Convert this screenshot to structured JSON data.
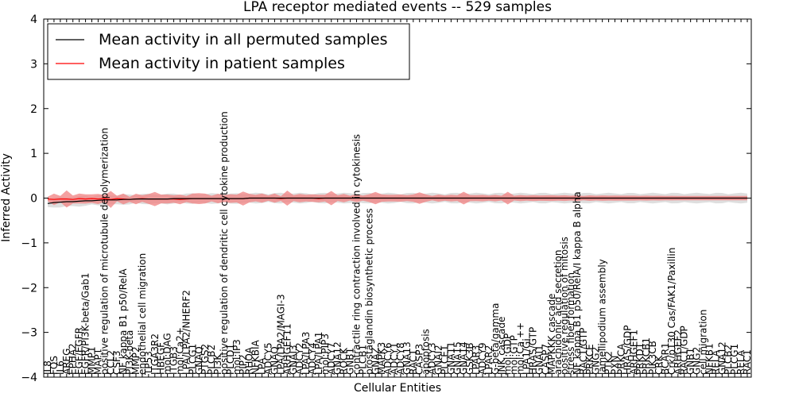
{
  "chart_data": {
    "type": "line",
    "title": "LPA receptor mediated events -- 529 samples",
    "xlabel": "Cellular Entities",
    "ylabel": "Inferred Activity",
    "ylim": [
      -4,
      4
    ],
    "yticks": [
      4,
      3,
      2,
      1,
      0,
      -1,
      -2,
      -3,
      -4
    ],
    "ytick_labels": [
      "4",
      "3",
      "2",
      "1",
      "0",
      "−1",
      "−2",
      "−3",
      "−4"
    ],
    "legend_position": "top-left",
    "grid": false,
    "colors": {
      "permuted": "#000000",
      "patient": "#ff0000",
      "patient_band": "#f08080",
      "permuted_band": "#c8c8c8"
    },
    "categories": [
      "IL8",
      "FOS",
      "IL6",
      "AREG",
      "EPHA2",
      "EGF/EGFR",
      "EGFR/PI3K-beta/Gab1",
      "MMP1",
      "MAPT",
      "positive regulation of microtubule depolymerization",
      "CCL2",
      "CSF3",
      "NF kappa B1 p50/RelA",
      "PI3K-beta",
      "MMP2",
      "endothelial cell migration",
      "TP53",
      "ITGA3R2",
      "HBEGF",
      "mol:DAG",
      "ITGB3",
      "mol:Ca2+",
      "LPA/LPA2/NHERF2",
      "PLCG1",
      "GNAQ",
      "PTGS2",
      "PLCB2",
      "PI3K",
      "positive regulation of dendritic cell cytokine production",
      "PLCD1",
      "mol:IP3",
      "PIP2",
      "RHOA",
      "NFKBIA",
      "LPA",
      "ADCY5",
      "GNAQ",
      "LPA/LPA2/MAGI-3",
      "ARHGEF11",
      "GNAI3",
      "ADCY2",
      "LPA/LPA3",
      "ADCY4",
      "LPA/LPA1",
      "mol:PIP3",
      "ADCY7",
      "GNA12",
      "ROCK",
      "GNB1",
      "contractile ring contraction involved in cytokinesis",
      "PLCB1",
      "prostaglandin biosynthetic process",
      "GNAZ",
      "MAPK3",
      "ADCY6",
      "ADCY1",
      "ADCY8",
      "GNA13",
      "RAC1",
      "CASP3",
      "apoptosis",
      "ADCY3",
      "GNAI2",
      "PLCE1",
      "GNA11",
      "GNA15",
      "GNA14",
      "GSK3B",
      "LPAR3",
      "ADCY9",
      "LPAR2",
      "G-beta/gamma",
      "JNK cascade",
      "mol:GDP",
      "mol:GTP",
      "mol:Ca ++",
      "LPA1/Gi",
      "HRAS/GTP",
      "GNAI1",
      "CASP7",
      "MAPKKK cascade",
      "arachidonic acid secretion",
      "positive regulation of mitosis",
      "stress fiber formation",
      "NF kappa B1 p50/RelA/I kappa B alpha",
      "RAC1/GTP",
      "PRKCE",
      "GNG2",
      "lamellipodium assembly",
      "PTK2",
      "PXN",
      "PRKCA",
      "HRAS/GDP",
      "ARHGEF1",
      "PRKD1",
      "PRKCB1",
      "PIK3CB",
      "CRK",
      "BCAR1",
      "Crk/p130 Cas/FAK1/Paxillin",
      "ARHGEF2",
      "RAC1/GDP",
      "GNB1",
      "GNG2",
      "cell migration",
      "NFKB1",
      "RELA",
      "GNA12",
      "PLCB2",
      "PLCG1",
      "RELA",
      "RAC1"
    ],
    "series": [
      {
        "name": "Mean activity in all permuted samples",
        "color": "#000000",
        "values": [
          -0.12,
          -0.1,
          -0.09,
          -0.08,
          -0.08,
          -0.07,
          -0.06,
          -0.06,
          -0.05,
          -0.04,
          -0.04,
          -0.04,
          -0.03,
          -0.03,
          -0.02,
          -0.02,
          -0.02,
          -0.02,
          -0.02,
          -0.02,
          -0.01,
          -0.01,
          -0.01,
          -0.01,
          -0.01,
          -0.01,
          -0.01,
          -0.01,
          -0.01,
          -0.01,
          -0.01,
          -0.01,
          0.0,
          0.0,
          0.0,
          0.0,
          0.0,
          0.0,
          0.0,
          0.0,
          0.0,
          0.0,
          0.0,
          0.0,
          0.0,
          0.0,
          0.0,
          0.0,
          0.0,
          0.0,
          0.0,
          0.0,
          0.0,
          0.0,
          0.0,
          0.0,
          0.0,
          0.0,
          0.0,
          0.0,
          0.0,
          0.0,
          0.0,
          0.0,
          0.0,
          0.0,
          0.0,
          0.0,
          0.0,
          0.0,
          0.0,
          0.0,
          0.0,
          0.0,
          0.0,
          0.0,
          0.0,
          0.0,
          0.0,
          0.0,
          0.0,
          0.0,
          0.0,
          0.0,
          0.0,
          0.0,
          0.0,
          0.0,
          0.0,
          0.0,
          0.0,
          0.0,
          0.0,
          0.0,
          0.0,
          0.0,
          0.0,
          0.0,
          0.0,
          0.0,
          0.0,
          0.0,
          0.0,
          0.0,
          0.0,
          0.0,
          0.0,
          0.0,
          0.0,
          0.0,
          0.0,
          0.0
        ]
      },
      {
        "name": "Mean activity in patient samples",
        "color": "#ff0000",
        "values": [
          -0.02,
          -0.03,
          -0.02,
          -0.02,
          -0.03,
          -0.01,
          -0.02,
          -0.01,
          -0.02,
          -0.01,
          -0.03,
          -0.01,
          -0.02,
          -0.03,
          -0.02,
          -0.01,
          -0.02,
          -0.02,
          -0.02,
          -0.02,
          -0.02,
          -0.03,
          -0.02,
          -0.01,
          -0.01,
          -0.01,
          -0.01,
          -0.01,
          -0.01,
          -0.01,
          -0.01,
          -0.01,
          0.0,
          0.0,
          0.0,
          0.0,
          0.0,
          -0.01,
          0.0,
          0.0,
          0.0,
          0.0,
          0.0,
          -0.01,
          0.0,
          0.0,
          0.0,
          0.0,
          0.0,
          0.0,
          0.0,
          0.0,
          0.0,
          0.0,
          0.0,
          0.0,
          0.0,
          0.0,
          0.0,
          0.0,
          0.0,
          0.0,
          0.0,
          0.0,
          0.0,
          0.0,
          0.0,
          0.0,
          0.0,
          0.0,
          0.0,
          0.0,
          0.0,
          0.0,
          0.0,
          0.0,
          0.0,
          0.0,
          0.0,
          0.0,
          0.0,
          0.0,
          0.0,
          0.0,
          0.0,
          0.0,
          0.0,
          0.0,
          0.0,
          0.0,
          0.0,
          0.0,
          0.0,
          0.0,
          0.0,
          0.0,
          0.0,
          0.0,
          0.0,
          0.0,
          0.0,
          0.0,
          0.0,
          0.0,
          0.0,
          0.0,
          0.0,
          0.0,
          0.0,
          0.0,
          0.0,
          0.0
        ]
      }
    ]
  }
}
